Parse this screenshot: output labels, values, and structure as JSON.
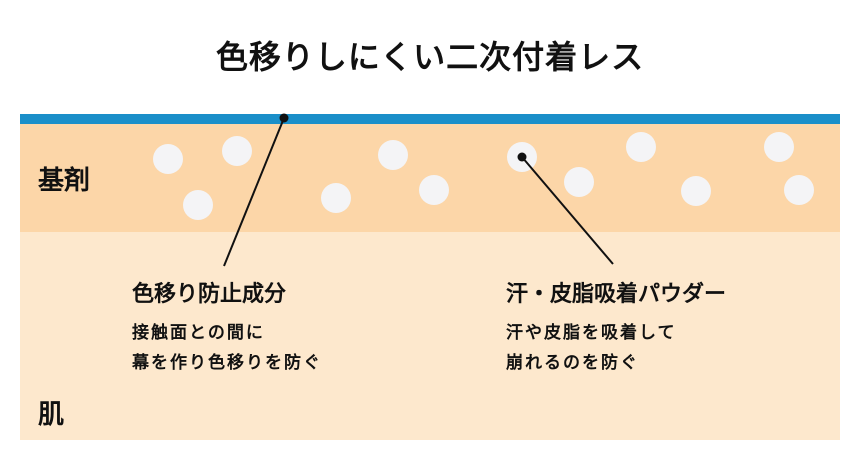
{
  "title": "色移りしにくい二次付着レス",
  "layers": {
    "base_label": "基剤",
    "skin_label": "肌"
  },
  "colors": {
    "top_line": "#1a8fc9",
    "base_layer": "#fcd6a8",
    "skin_layer": "#fde8cd",
    "particle": "#f4f4f6"
  },
  "callouts": {
    "left": {
      "heading": "色移り防止成分",
      "desc_line1": "接触面との間に",
      "desc_line2": "幕を作り色移りを防ぐ"
    },
    "right": {
      "heading": "汗・皮脂吸着パウダー",
      "desc_line1": "汗や皮脂を吸着して",
      "desc_line2": "崩れるのを防ぐ"
    }
  }
}
